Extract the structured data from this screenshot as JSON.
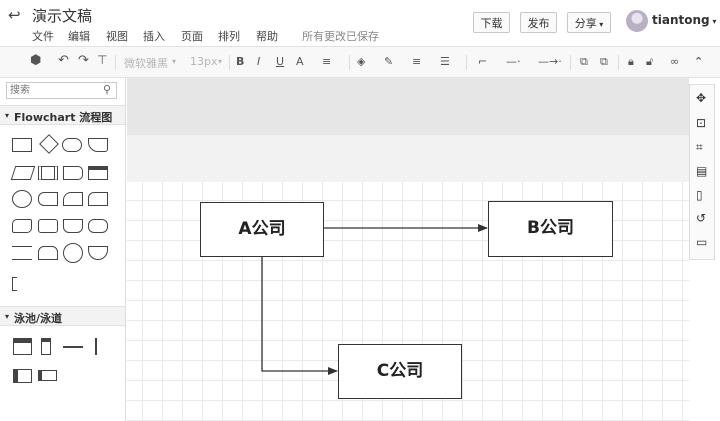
{
  "header": {
    "back_icon": "back-arrow-icon",
    "title": "演示文稿",
    "menus": [
      "文件",
      "编辑",
      "视图",
      "插入",
      "页面",
      "排列",
      "帮助"
    ],
    "save_status": "所有更改已保存",
    "download_label": "下载",
    "publish_label": "发布",
    "share_label": "分享",
    "username": "tiantong"
  },
  "toolbar": {
    "font_family": "微软雅黑",
    "font_size": "13px",
    "icons": [
      "format-painter-icon",
      "undo-icon",
      "redo-icon",
      "paint-icon",
      "bold-icon",
      "italic-icon",
      "underline-icon",
      "font-color-icon",
      "align-icon",
      "fill-icon",
      "line-color-icon",
      "line-style-icon",
      "line-width-icon",
      "connector-icon",
      "line-icon",
      "arrow-icon",
      "front-icon",
      "back-icon",
      "lock-icon",
      "unlock-icon",
      "group-icon",
      "collapse-icon"
    ]
  },
  "sidebar": {
    "search_placeholder": "搜索",
    "section_flowchart": "Flowchart 流程图",
    "section_swimlane": "泳池/泳道"
  },
  "diagram": {
    "nodes": [
      {
        "id": "a",
        "label": "A公司"
      },
      {
        "id": "b",
        "label": "B公司"
      },
      {
        "id": "c",
        "label": "C公司"
      }
    ],
    "edges": [
      {
        "from": "A公司",
        "to": "B公司"
      },
      {
        "from": "A公司",
        "to": "C公司"
      }
    ]
  },
  "right_rail": {
    "icons": [
      "navigate-icon",
      "image-icon",
      "crop-icon",
      "page-icon",
      "blank-page-icon",
      "history-icon",
      "comment-icon"
    ]
  }
}
